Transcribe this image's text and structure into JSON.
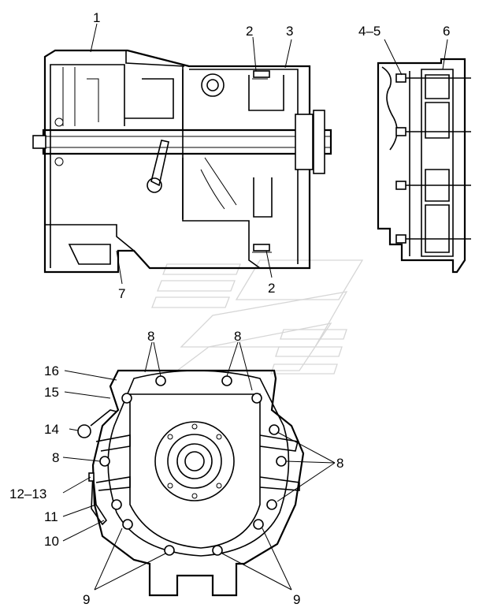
{
  "callouts": {
    "c1": "1",
    "c2a": "2",
    "c3": "3",
    "c45": "4–5",
    "c6": "6",
    "c7": "7",
    "c2b": "2",
    "c8a": "8",
    "c8b": "8",
    "c16": "16",
    "c15": "15",
    "c14": "14",
    "c8c": "8",
    "c8d": "8",
    "c1213": "12–13",
    "c11": "11",
    "c10": "10",
    "c9a": "9",
    "c9b": "9"
  }
}
